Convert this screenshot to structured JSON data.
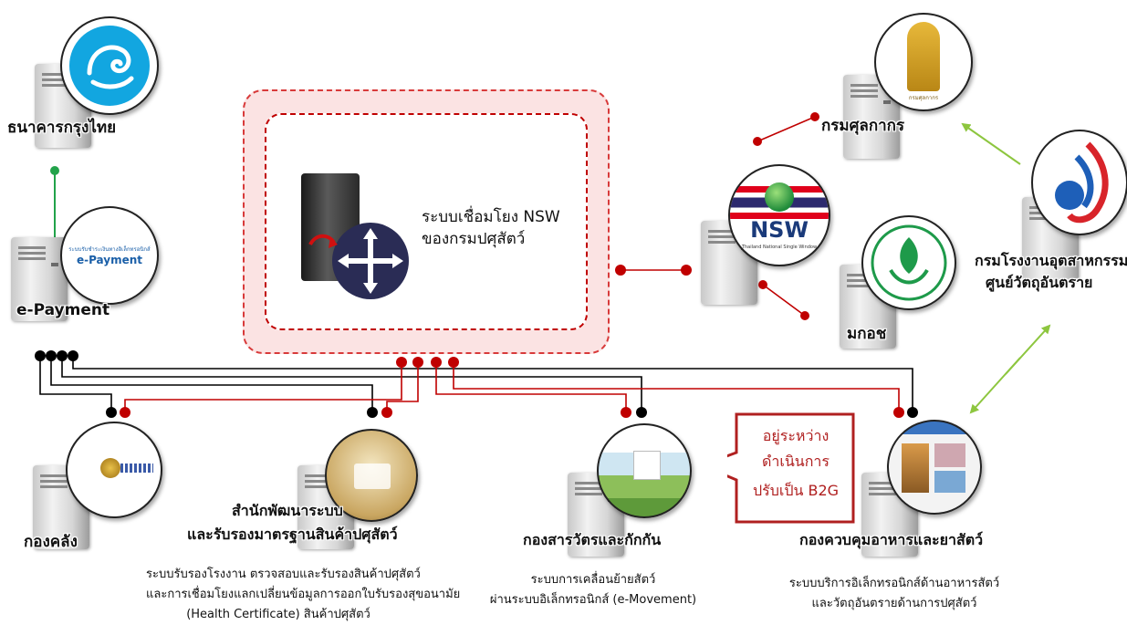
{
  "nodes": {
    "ktb_bank": {
      "label": "ธนาคารกรุงไทย"
    },
    "e_payment": {
      "label": "e-Payment",
      "logo_line1": "ระบบรับชำระเงินทางอิเล็กทรอนิกส์",
      "logo_line2": "e-Payment"
    },
    "center_system": {
      "line1": "ระบบเชื่อมโยง NSW",
      "line2": "ของกรมปศุสัตว์"
    },
    "nsw": {
      "logo_text": "NSW",
      "logo_subtext": "Thailand National Single Window"
    },
    "customs": {
      "label": "กรมศุลกากร",
      "logo_text": "กรมศุลกากร"
    },
    "acfs": {
      "label": "มกอช"
    },
    "industrial_works": {
      "line1": "กรมโรงงานอุตสาหกรรม",
      "line2": "ศูนย์วัตถุอันตราย"
    },
    "treasury": {
      "label": "กองคลัง"
    },
    "standards_bureau": {
      "line1": "สำนักพัฒนาระบบ",
      "line2": "และรับรองมาตรฐานสินค้าปศุสัตว์",
      "desc1": "ระบบรับรองโรงงาน ตรวจสอบและรับรองสินค้าปศุสัตว์",
      "desc2": "และการเชื่อมโยงแลกเปลี่ยนข้อมูลการออกใบรับรองสุขอนามัย",
      "desc3": "(Health Certificate) สินค้าปศุสัตว์"
    },
    "quarantine": {
      "label": "กองสารวัตรและกักกัน",
      "desc1": "ระบบการเคลื่อนย้ายสัตว์",
      "desc2": "ผ่านระบบอิเล็กทรอนิกส์ (e-Movement)"
    },
    "feed_drug_control": {
      "label": "กองควบคุมอาหารและยาสัตว์",
      "desc1": "ระบบบริการอิเล็กทรอนิกส์ด้านอาหารสัตว์",
      "desc2": "และวัตถุอันตรายด้านการปศุสัตว์"
    }
  },
  "callout": {
    "line1": "อยู่ระหว่าง",
    "line2": "ดำเนินการ",
    "line3": "ปรับเป็น B2G"
  },
  "colors": {
    "red_link": "#c00000",
    "black_link": "#000000",
    "green_link": "#22a34a",
    "lime_arrow": "#8dc63f",
    "dashed_border": "#d83a3a"
  }
}
